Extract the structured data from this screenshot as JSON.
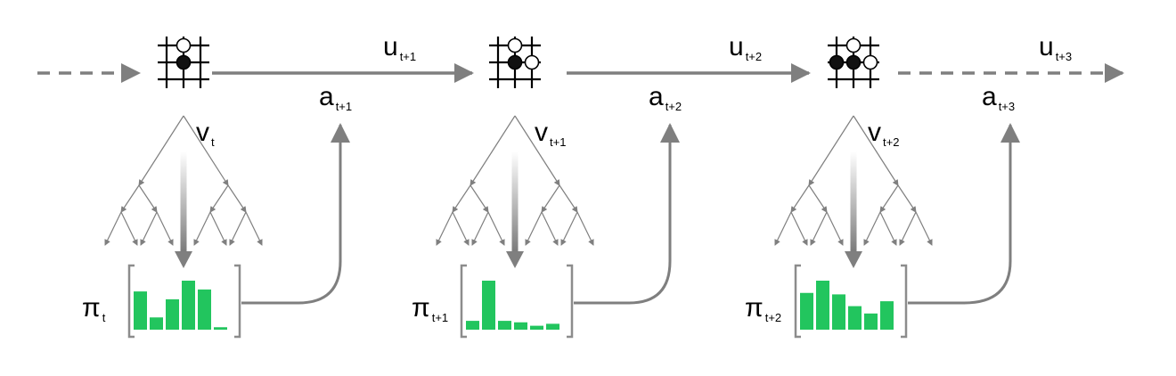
{
  "colors": {
    "arrow": "#7f7f7f",
    "grid": "#000000",
    "black_stone": "#111111",
    "white_stone": "#ffffff",
    "bar": "#22c55e",
    "bracket": "#8c8c8c",
    "text": "#000000"
  },
  "steps": [
    {
      "board": {
        "black": [
          [
            1,
            1
          ]
        ],
        "white": [
          [
            1,
            0
          ]
        ]
      },
      "value": {
        "base": "v",
        "sub": "t"
      },
      "policy": {
        "base": "π",
        "sub": "t",
        "bars": [
          0.78,
          0.25,
          0.62,
          1.0,
          0.82,
          0.05
        ]
      },
      "action": {
        "base": "a",
        "sub": "t+1"
      },
      "transition": {
        "base": "u",
        "sub": "t+1",
        "dashed": false
      }
    },
    {
      "board": {
        "black": [
          [
            1,
            1
          ]
        ],
        "white": [
          [
            1,
            0
          ],
          [
            2,
            1
          ]
        ]
      },
      "value": {
        "base": "v",
        "sub": "t+1"
      },
      "policy": {
        "base": "π",
        "sub": "t+1",
        "bars": [
          0.18,
          1.0,
          0.18,
          0.15,
          0.08,
          0.12
        ]
      },
      "action": {
        "base": "a",
        "sub": "t+2"
      },
      "transition": {
        "base": "u",
        "sub": "t+2",
        "dashed": false
      }
    },
    {
      "board": {
        "black": [
          [
            0,
            1
          ],
          [
            1,
            1
          ]
        ],
        "white": [
          [
            1,
            0
          ],
          [
            2,
            1
          ]
        ]
      },
      "value": {
        "base": "v",
        "sub": "t+2"
      },
      "policy": {
        "base": "π",
        "sub": "t+2",
        "bars": [
          0.75,
          1.0,
          0.72,
          0.48,
          0.33,
          0.58
        ]
      },
      "action": {
        "base": "a",
        "sub": "t+3"
      },
      "transition": {
        "base": "u",
        "sub": "t+3",
        "dashed": true
      }
    }
  ]
}
